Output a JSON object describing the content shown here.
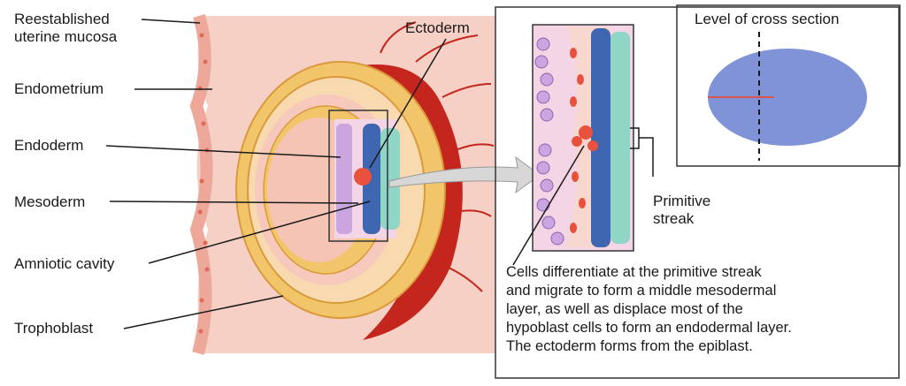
{
  "labels": {
    "reestablished_uterine_mucosa": "Reestablished\nuterine mucosa",
    "endometrium": "Endometrium",
    "endoderm": "Endoderm",
    "mesoderm": "Mesoderm",
    "amniotic_cavity": "Amniotic cavity",
    "trophoblast": "Trophoblast",
    "ectoderm": "Ectoderm",
    "primitive_streak": "Primitive\nstreak",
    "level_of_cross_section": "Level of cross section"
  },
  "description": "Cells differentiate at the primitive streak\nand migrate to form a middle mesodermal\nlayer, as well as displace most of the\nhypoblast cells to form an endodermal layer.\nThe ectoderm forms from the epiblast.",
  "colors": {
    "mucosa": "#f7c9c0",
    "endometrium": "#f6cdc2",
    "trophoblast_cell": "#f3c56b",
    "vessel": "#c4261d",
    "epiblast": "#3f66b0",
    "hypoblast": "#c9a6e0",
    "mesoderm": "#e8523c",
    "amnion": "#8fd6c6",
    "embryo_disc": "#7f93d6"
  }
}
